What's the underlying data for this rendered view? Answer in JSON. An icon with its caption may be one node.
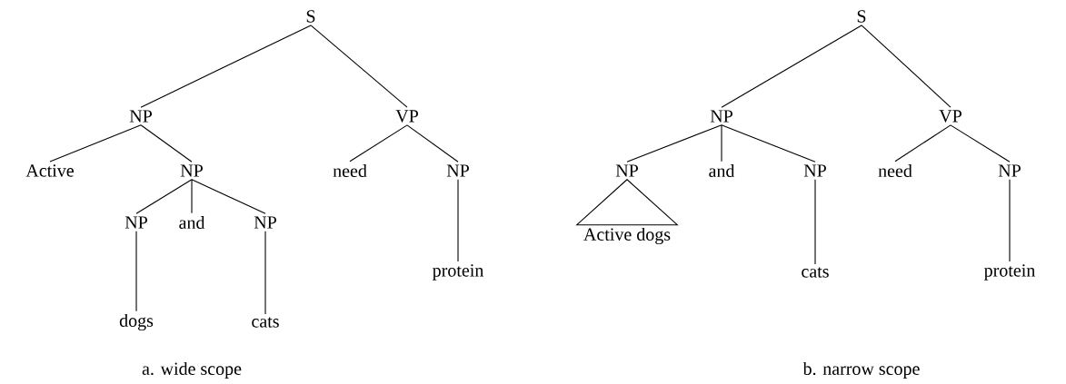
{
  "diagram": {
    "nodes": [
      {
        "text": [
          "S"
        ]
      },
      {
        "text": [
          "NP"
        ]
      },
      {
        "text": [
          "VP"
        ]
      },
      {
        "text": [
          "Active"
        ]
      },
      {
        "text": [
          "NP"
        ]
      },
      {
        "text": [
          "NP"
        ]
      },
      {
        "text": [
          "and"
        ]
      },
      {
        "text": [
          "NP"
        ]
      },
      {
        "text": [
          "dogs"
        ]
      },
      {
        "text": [
          "cats"
        ]
      },
      {
        "text": [
          "need"
        ]
      },
      {
        "text": [
          "NP"
        ]
      },
      {
        "text": [
          "protein"
        ]
      },
      {
        "text": [
          "S"
        ]
      },
      {
        "text": [
          "NP"
        ]
      },
      {
        "text": [
          "VP"
        ]
      },
      {
        "text": [
          "NP"
        ]
      },
      {
        "text": [
          "and"
        ]
      },
      {
        "text": [
          "NP"
        ]
      },
      {
        "text": [
          "Active dogs"
        ]
      },
      {
        "text": [
          "cats"
        ]
      },
      {
        "text": [
          "need"
        ]
      },
      {
        "text": [
          "NP"
        ]
      },
      {
        "text": [
          "protein"
        ]
      }
    ],
    "edges": [
      {
        "from": 0,
        "to": 1,
        "arrow": "none"
      },
      {
        "from": 0,
        "to": 2,
        "arrow": "none"
      },
      {
        "from": 1,
        "to": 3,
        "arrow": "none"
      },
      {
        "from": 1,
        "to": 4,
        "arrow": "none"
      },
      {
        "from": 4,
        "to": 5,
        "arrow": "none"
      },
      {
        "from": 4,
        "to": 6,
        "arrow": "none"
      },
      {
        "from": 4,
        "to": 7,
        "arrow": "none"
      },
      {
        "from": 5,
        "to": 8,
        "arrow": "none"
      },
      {
        "from": 7,
        "to": 9,
        "arrow": "none"
      },
      {
        "from": 2,
        "to": 10,
        "arrow": "none"
      },
      {
        "from": 2,
        "to": 11,
        "arrow": "none"
      },
      {
        "from": 11,
        "to": 12,
        "arrow": "none"
      },
      {
        "from": 13,
        "to": 14,
        "arrow": "none"
      },
      {
        "from": 13,
        "to": 15,
        "arrow": "none"
      },
      {
        "from": 14,
        "to": 16,
        "arrow": "none"
      },
      {
        "from": 14,
        "to": 17,
        "arrow": "none"
      },
      {
        "from": 14,
        "to": 18,
        "arrow": "none"
      },
      {
        "from": 16,
        "to": 19,
        "arrow": "none"
      },
      {
        "from": 18,
        "to": 20,
        "arrow": "none"
      },
      {
        "from": 15,
        "to": 21,
        "arrow": "none"
      },
      {
        "from": 15,
        "to": 22,
        "arrow": "none"
      },
      {
        "from": 22,
        "to": 23,
        "arrow": "none"
      }
    ],
    "labels": [
      "a. wide scope",
      "b. narrow scope"
    ]
  }
}
